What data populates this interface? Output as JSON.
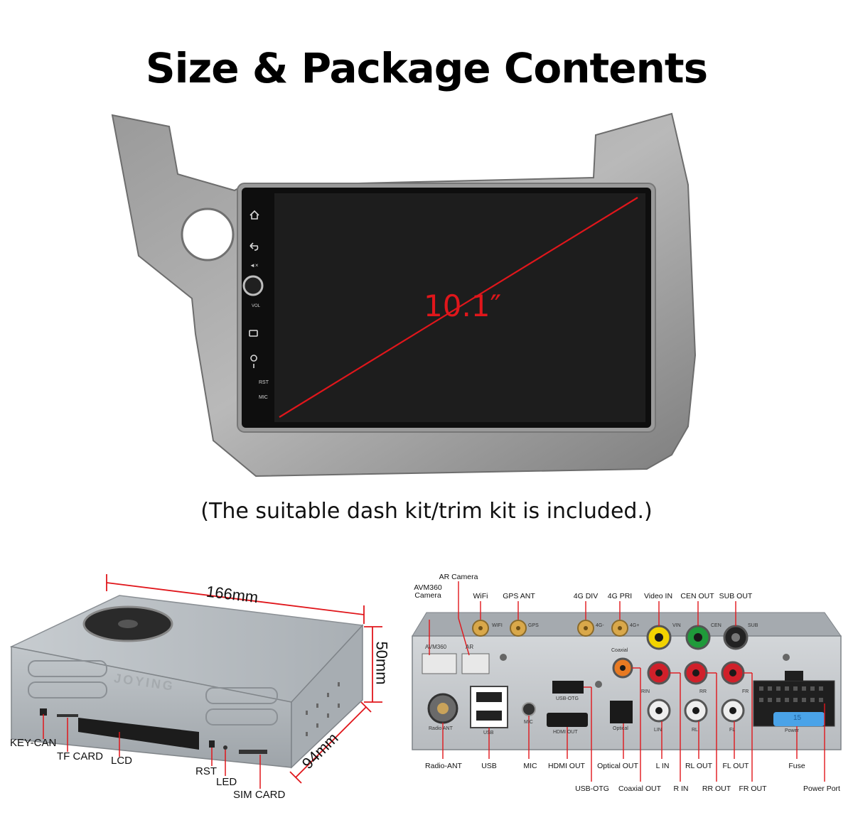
{
  "title": "Size & Package Contents",
  "subtitle": "(The suitable dash kit/trim kit is included.)",
  "screen": {
    "diagonal_label": "10.1″",
    "side_buttons": {
      "rst": "RST",
      "mic": "MIC",
      "vol": "VOL"
    }
  },
  "dimensions": {
    "width": "166mm",
    "height": "50mm",
    "depth": "94mm"
  },
  "front_panel": {
    "brand": "JOYING",
    "labels": {
      "key_can": "KEY-CAN",
      "tf_card": "TF CARD",
      "lcd": "LCD",
      "rst": "RST",
      "led": "LED",
      "sim_card": "SIM CARD"
    }
  },
  "rear_panel": {
    "top_labels": {
      "avm360": "AVM360\nCamera",
      "ar_camera": "AR Camera",
      "wifi": "WiFi",
      "gps_ant": "GPS ANT",
      "div4g": "4G DIV",
      "pri4g": "4G PRI",
      "video_in": "Video IN",
      "cen_out": "CEN OUT",
      "sub_out": "SUB OUT"
    },
    "bottom_labels": {
      "radio_ant": "Radio-ANT",
      "usb": "USB",
      "mic": "MIC",
      "hdmi_out": "HDMI OUT",
      "optical_out": "Optical OUT",
      "l_in": "L IN",
      "rl_out": "RL OUT",
      "fl_out": "FL OUT",
      "fuse": "Fuse"
    },
    "lower_labels": {
      "usb_otg": "USB-OTG",
      "coaxial_out": "Coaxial OUT",
      "r_in": "R IN",
      "rr_out": "RR OUT",
      "fr_out": "FR OUT",
      "power_port": "Power Port"
    },
    "panel_labels": {
      "avm": "AVM360",
      "ar": "AR",
      "wifi": "WIFI",
      "gps": "GPS",
      "g4a": "4G-",
      "g4b": "4G+",
      "coaxial": "Coaxial",
      "vin": "VIN",
      "cen": "CEN",
      "sub": "SUB",
      "rin": "RIN",
      "rr": "RR",
      "fr": "FR",
      "radio_ant": "Radio ANT",
      "usb": "USB",
      "mic": "MIC",
      "usb_otg": "USB-OTG",
      "hdmi_out": "HDMI OUT",
      "optical": "Optical",
      "lin": "LIN",
      "rl": "RL",
      "fl": "FL",
      "fuse_value": "15",
      "power": "Power"
    }
  },
  "colors": {
    "accent_red": "#e0161b",
    "bezel_gray": "#8c8c8c",
    "screen_black": "#1c1c1c",
    "rca_yellow": "#f2d300",
    "rca_green": "#1f9a3a",
    "rca_red": "#d0202a",
    "fuse_blue": "#4aa3e8"
  }
}
